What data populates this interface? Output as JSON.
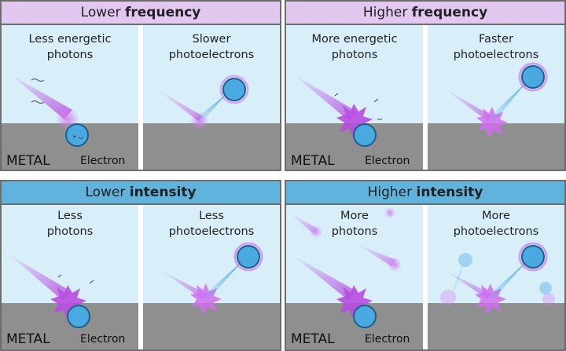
{
  "panels": {
    "lower_frequency": {
      "title_plain": "Lower ",
      "title_bold": "frequency",
      "left_caption_1": "Less energetic",
      "left_caption_2": "photons",
      "right_caption_1": "Slower",
      "right_caption_2": "photoelectrons",
      "metal_label": "METAL",
      "electron_label": "Electron"
    },
    "higher_frequency": {
      "title_plain": "Higher ",
      "title_bold": "frequency",
      "left_caption_1": "More energetic",
      "left_caption_2": "photons",
      "right_caption_1": "Faster",
      "right_caption_2": "photoelectrons",
      "metal_label": "METAL",
      "electron_label": "Electron"
    },
    "lower_intensity": {
      "title_plain": "Lower ",
      "title_bold": "intensity",
      "left_caption_1": "Less",
      "left_caption_2": "photons",
      "right_caption_1": "Less",
      "right_caption_2": "photoelectrons",
      "metal_label": "METAL",
      "electron_label": "Electron"
    },
    "higher_intensity": {
      "title_plain": "Higher ",
      "title_bold": "intensity",
      "left_caption_1": "More",
      "left_caption_2": "photons",
      "right_caption_1": "More",
      "right_caption_2": "photoelectrons",
      "metal_label": "METAL",
      "electron_label": "Electron"
    }
  },
  "colors": {
    "panel_background": "#d8eef8",
    "metal": "#8f8f8f",
    "frequency_header": "#e2c7f0",
    "intensity_header": "#5fb3dc",
    "electron": "#4aa9e0",
    "photon": "#b84de0"
  },
  "icons": [
    "photon-icon",
    "electron-icon",
    "impact-burst-icon"
  ]
}
